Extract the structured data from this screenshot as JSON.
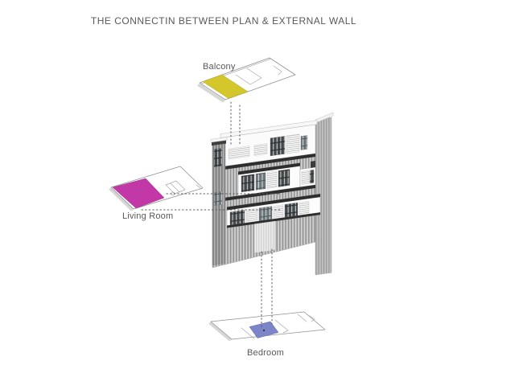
{
  "title": "THE CONNECTIN BETWEEN PLAN & EXTERNAL WALL",
  "plans": {
    "balcony": {
      "label": "Balcony",
      "highlight_color": "#d4c72c"
    },
    "living_room": {
      "label": "Living Room",
      "highlight_color": "#c138a6"
    },
    "bedroom": {
      "label": "Bedroom",
      "highlight_color": "#7b85c7"
    }
  },
  "colors": {
    "text": "#57585a",
    "plan_outline": "#8f9193",
    "dotted_line": "#5a5b5d",
    "louver_gray": "#c6c6c6",
    "slab_dark": "#2e2e2e"
  }
}
